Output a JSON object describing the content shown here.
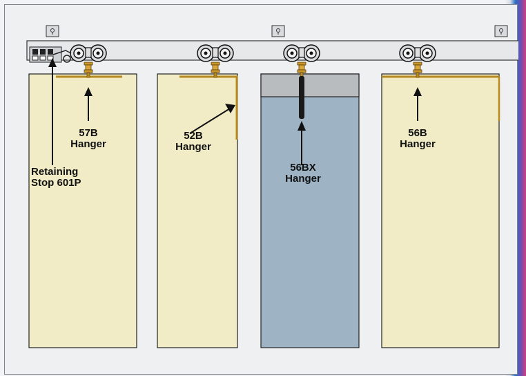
{
  "labels": {
    "hanger_57b": {
      "line1": "57B",
      "line2": "Hanger"
    },
    "hanger_52b": {
      "line1": "52B",
      "line2": "Hanger"
    },
    "hanger_56bx": {
      "line1": "56BX",
      "line2": "Hanger"
    },
    "hanger_56b": {
      "line1": "56B",
      "line2": "Hanger"
    },
    "retaining_stop": {
      "line1": "Retaining",
      "line2": "Stop 601P"
    }
  },
  "colors": {
    "background": "#eef0f1",
    "track": "#e6e8e9",
    "door_panel": "#f1ecc6",
    "glass_panel": "#9eb3c3",
    "hanger_brass": "#b88a1e",
    "dark_rod": "#1a1a1a"
  }
}
